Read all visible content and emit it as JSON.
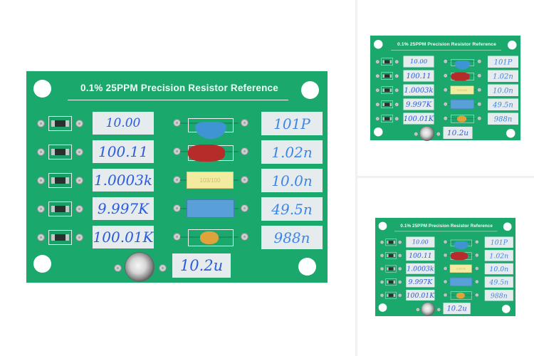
{
  "gallery": {
    "layout": "main image with two thumbnails",
    "main_image": {
      "alt": "0.1% 25PPM Precision Resistor Reference board"
    },
    "thumbnails": [
      {
        "alt": "0.1% 25PPM Precision Resistor Reference board - view 1"
      },
      {
        "alt": "0.1% 25PPM Precision Resistor Reference board - view 2"
      }
    ]
  },
  "board": {
    "title": "0.1% 25PPM Precision Resistor Reference",
    "colors": {
      "pcb": "#1ba86c",
      "label_bg": "#e6ecee",
      "ink": "#2a5be0"
    },
    "resistors": [
      {
        "value": "10.00"
      },
      {
        "value": "100.11"
      },
      {
        "value": "1.0003k"
      },
      {
        "value": "9.997K"
      },
      {
        "value": "100.01K"
      }
    ],
    "capacitors": [
      {
        "value": "101P",
        "type": "ceramic-disc-blue"
      },
      {
        "value": "1.02n",
        "type": "red-film"
      },
      {
        "value": "10.0n",
        "type": "yellow-film",
        "marking": "103/100"
      },
      {
        "value": "49.5n",
        "type": "blue-box"
      },
      {
        "value": "988n",
        "type": "orange-tantalum"
      }
    ],
    "inductor": {
      "value": "10.2u"
    }
  }
}
